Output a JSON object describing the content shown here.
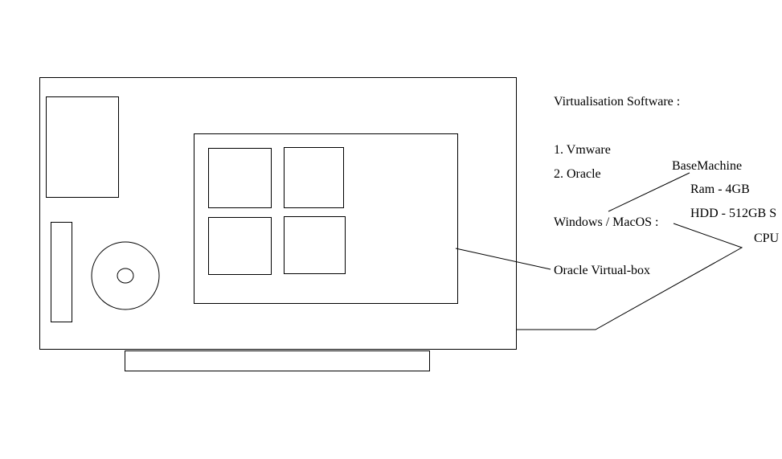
{
  "labels": {
    "virtualisation_title": "Virtualisation Software :",
    "item_vmware": "1. Vmware",
    "item_oracle": "2. Oracle",
    "base_machine": "BaseMachine",
    "ram": "Ram - 4GB",
    "hdd": "HDD - 512GB S",
    "cpu": "CPU",
    "windows_macos": "Windows / MacOS :",
    "oracle_virtualbox": "Oracle Virtual-box"
  }
}
